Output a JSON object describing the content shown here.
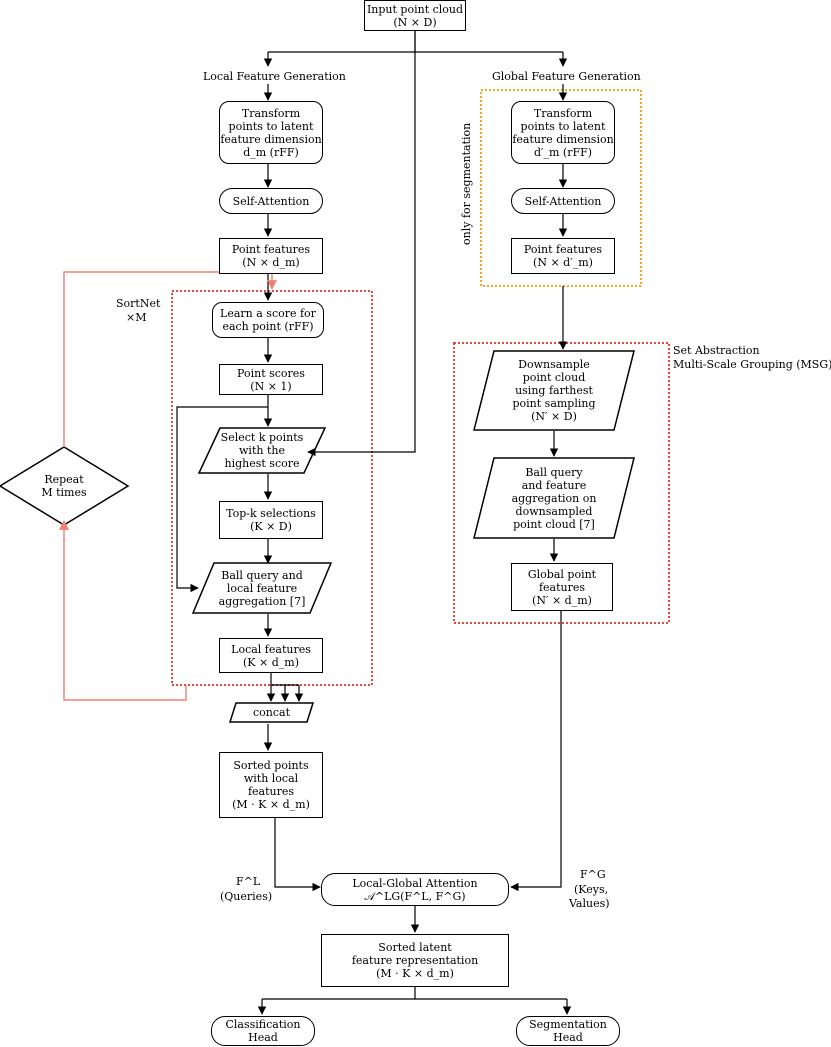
{
  "nodes": {
    "input": [
      "Input point cloud",
      "(N × D)"
    ],
    "local_transform": [
      "Transform",
      "points to latent",
      "feature dimension",
      "d_m (rFF)"
    ],
    "local_selfatt": [
      "Self-Attention"
    ],
    "local_pointfeat": [
      "Point features",
      "(N × d_m)"
    ],
    "learn_score": [
      "Learn a score for",
      "each point (rFF)"
    ],
    "point_scores": [
      "Point scores",
      "(N × 1)"
    ],
    "select_k": [
      "Select k points",
      "with the",
      "highest score"
    ],
    "topk": [
      "Top-k selections",
      "(K × D)"
    ],
    "ballquery_local": [
      "Ball query and",
      "local feature",
      "aggregation [7]"
    ],
    "local_features": [
      "Local features",
      "(K × d_m)"
    ],
    "concat": [
      "concat"
    ],
    "sorted_points": [
      "Sorted points",
      "with local",
      "features",
      "(M · K × d_m)"
    ],
    "repeat": [
      "Repeat",
      "M times"
    ],
    "global_transform": [
      "Transform",
      "points to latent",
      "feature dimension",
      "d′_m (rFF)"
    ],
    "global_selfatt": [
      "Self-Attention"
    ],
    "global_pointfeat": [
      "Point features",
      "(N × d′_m)"
    ],
    "downsample": [
      "Downsample",
      "point cloud",
      "using farthest",
      "point sampling",
      "(N′ × D)"
    ],
    "ballquery_global": [
      "Ball query",
      "and feature",
      "aggregation on",
      "downsampled",
      "point cloud [7]"
    ],
    "global_point_features": [
      "Global point",
      "features",
      "(N′ × d_m)"
    ],
    "lga": [
      "Local-Global Attention",
      "𝒜^LG(F^L, F^G)"
    ],
    "sorted_latent": [
      "Sorted latent",
      "feature representation",
      "(M · K × d_m)"
    ],
    "cls_head": [
      "Classification",
      "Head"
    ],
    "seg_head": [
      "Segmentation",
      "Head"
    ]
  },
  "labels": {
    "local_gen": "Local Feature Generation",
    "global_gen": "Global Feature Generation",
    "sortnet": "SortNet",
    "sortnet_mult": "×M",
    "only_seg": "only for segmentation",
    "set_abs_1": "Set Abstraction",
    "set_abs_2": "Multi-Scale Grouping (MSG)",
    "fl": "F^L",
    "queries": "(Queries)",
    "fg": "F^G",
    "keys": "(Keys,",
    "values": "Values)"
  },
  "colors": {
    "red": "#e8453c",
    "orange": "#f5a623",
    "repeat_arrow": "#f08070",
    "black": "#000000"
  }
}
